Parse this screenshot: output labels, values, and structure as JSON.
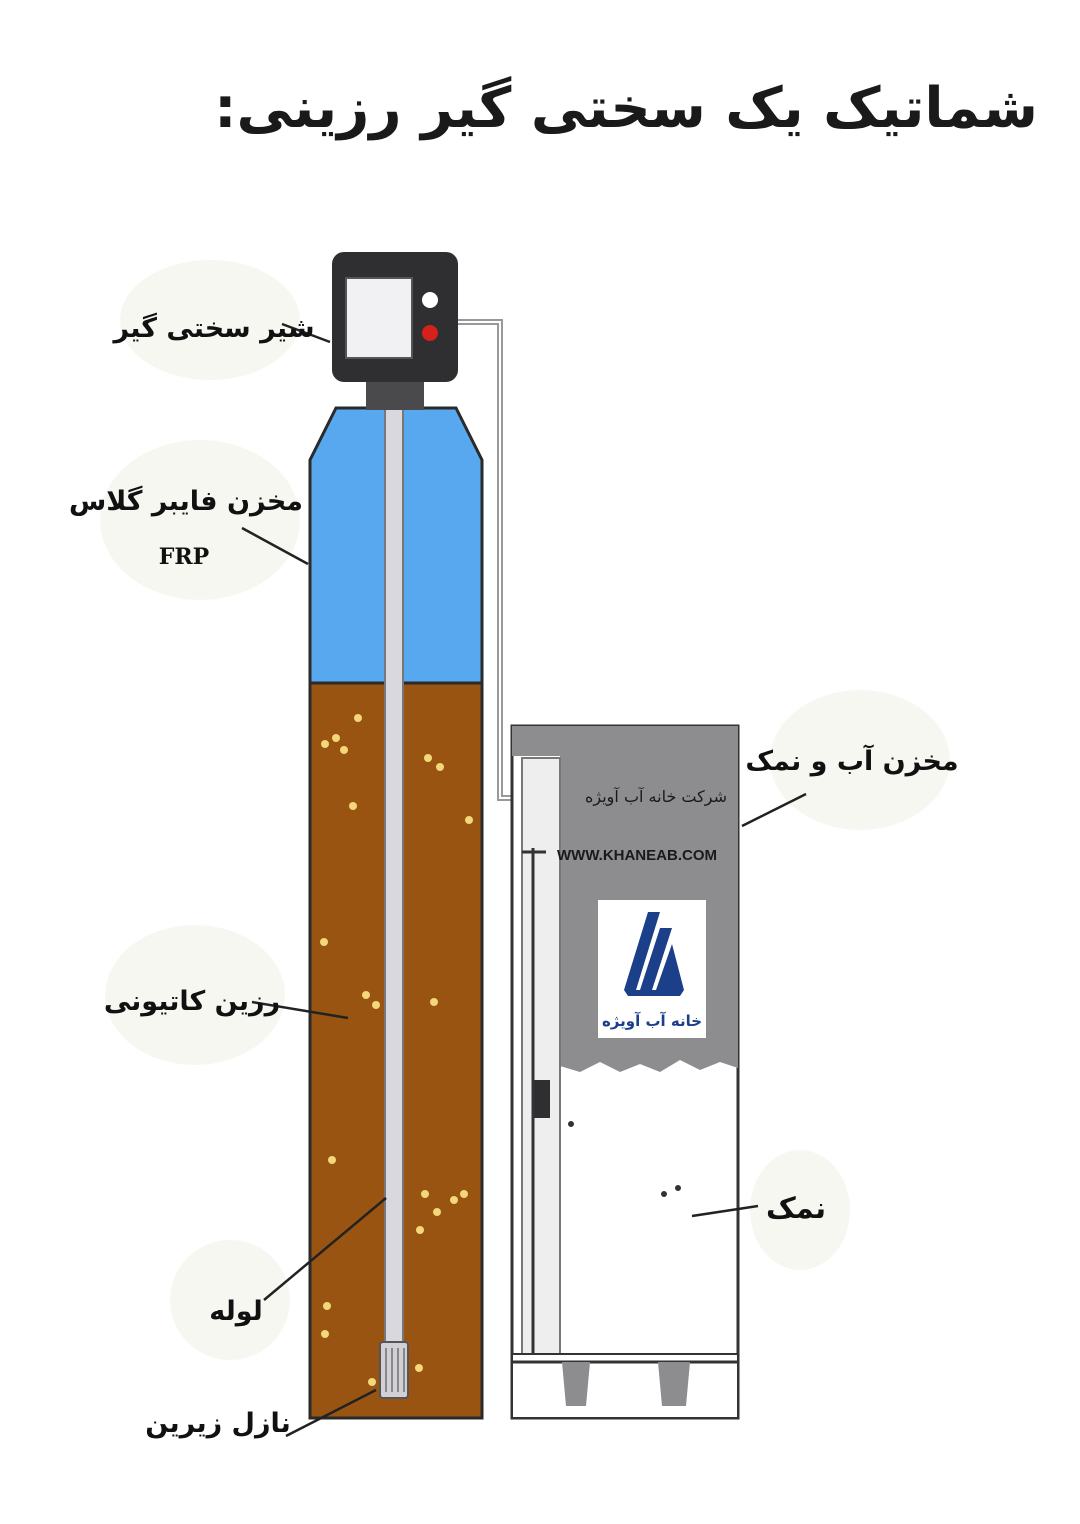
{
  "title": "شماتیک یک سختی گیر رزینی:",
  "labels": {
    "valve": "شیر سختی گیر",
    "frp_tank": "مخزن فایبر گلاس",
    "frp_abbr": "FRP",
    "resin": "رزین کاتیونی",
    "pipe": "لوله",
    "nozzle": "نازل زیرین",
    "brine_tank": "مخزن آب و نمک",
    "salt": "نمک"
  },
  "brand": {
    "company": "شرکت خانه آب آویژه",
    "website": "WWW.KHANEAB.COM",
    "logo_text": "خانه آب آویژه"
  },
  "colors": {
    "water": "#58a8ef",
    "resin": "#9a5411",
    "bead": "#f3d77a",
    "valve": "#2f2f31",
    "brine_wall": "#8d8d8f",
    "salt": "#ffffff",
    "logo": "#1c3f8a"
  }
}
